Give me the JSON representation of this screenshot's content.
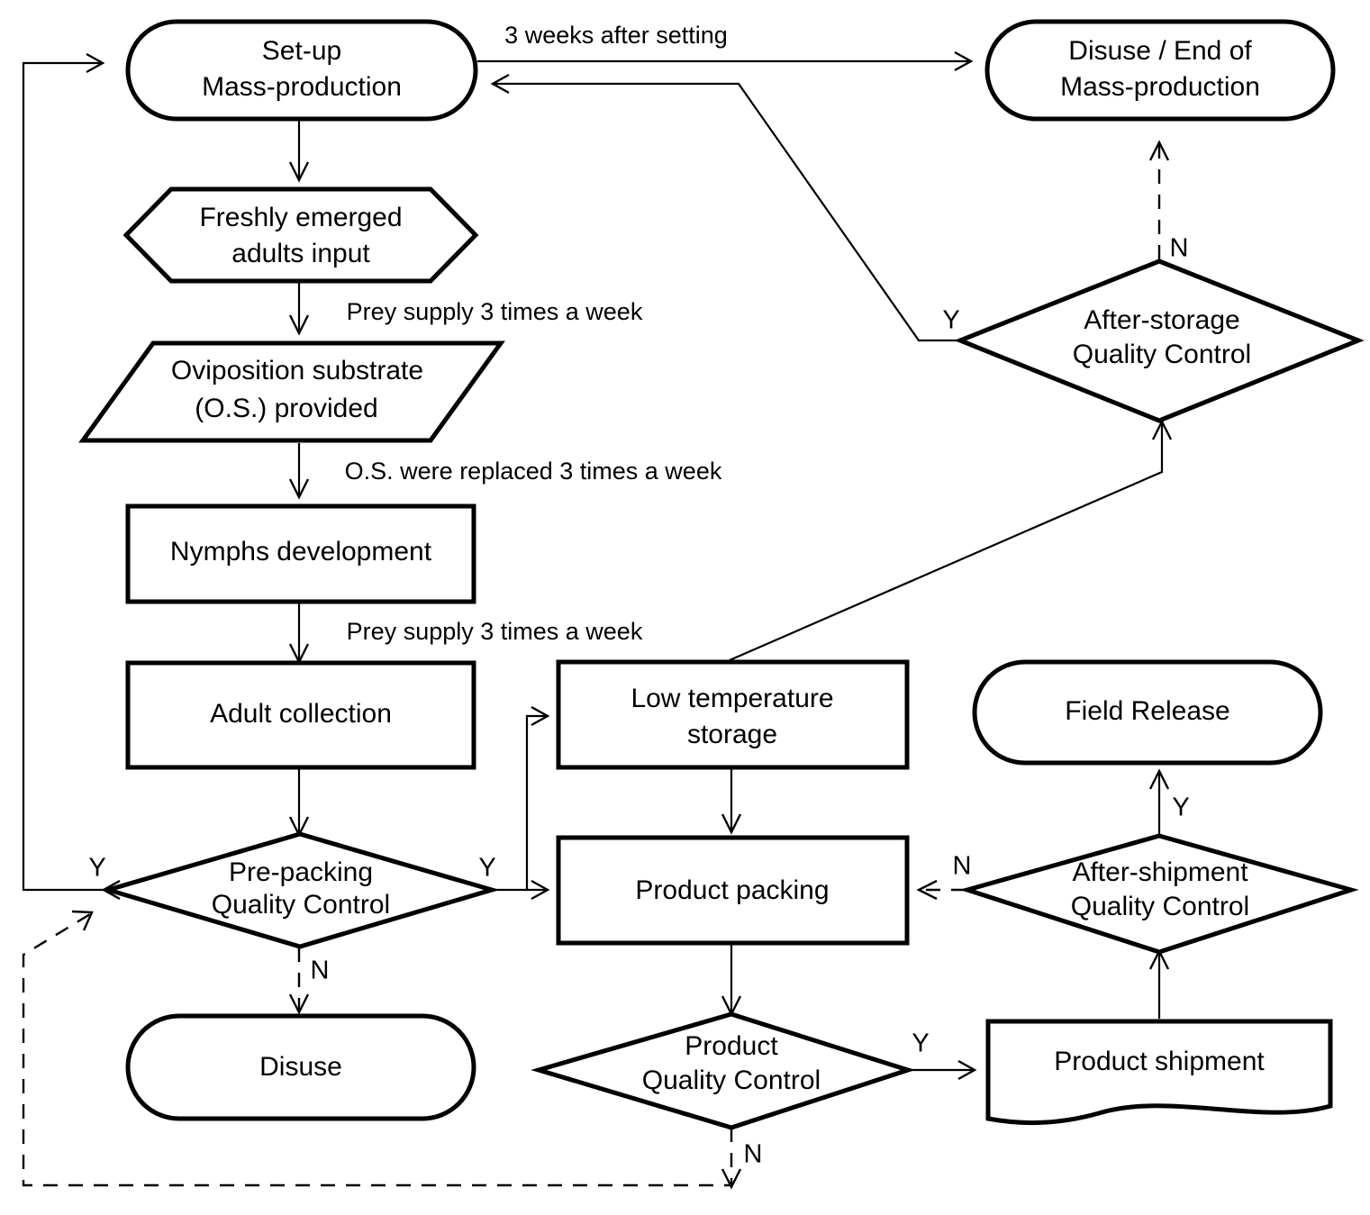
{
  "diagram": {
    "type": "flowchart",
    "title": "",
    "nodes": {
      "setup": {
        "line1": "Set-up",
        "line2": "Mass-production",
        "shape": "rounded-terminator"
      },
      "disuse_end": {
        "line1": "Disuse / End of",
        "line2": "Mass-production",
        "shape": "rounded-terminator"
      },
      "freshly_emerged": {
        "line1": "Freshly emerged",
        "line2": "adults input",
        "shape": "hexagon"
      },
      "oviposition": {
        "line1": "Oviposition substrate",
        "line2": "(O.S.) provided",
        "shape": "parallelogram"
      },
      "nymphs": {
        "line1": "Nymphs development",
        "line2": "",
        "shape": "rectangle"
      },
      "adult_collection": {
        "line1": "Adult collection",
        "line2": "",
        "shape": "rectangle"
      },
      "low_temp_storage": {
        "line1": "Low temperature",
        "line2": "storage",
        "shape": "rectangle"
      },
      "field_release": {
        "line1": "Field Release",
        "line2": "",
        "shape": "rounded-terminator"
      },
      "prepacking_qc": {
        "line1": "Pre-packing",
        "line2": "Quality Control",
        "shape": "diamond"
      },
      "product_packing": {
        "line1": "Product packing",
        "line2": "",
        "shape": "rectangle"
      },
      "after_shipment_qc": {
        "line1": "After-shipment",
        "line2": "Quality Control",
        "shape": "diamond"
      },
      "after_storage_qc": {
        "line1": "After-storage",
        "line2": "Quality Control",
        "shape": "diamond"
      },
      "disuse": {
        "line1": "Disuse",
        "line2": "",
        "shape": "rounded-terminator"
      },
      "product_qc": {
        "line1": "Product",
        "line2": "Quality Control",
        "shape": "diamond"
      },
      "product_shipment": {
        "line1": "Product shipment",
        "line2": "",
        "shape": "document"
      }
    },
    "edge_labels": {
      "three_weeks": "3 weeks after setting",
      "prey_supply_1": "Prey supply 3 times a week",
      "os_replaced": "O.S. were replaced 3 times a week",
      "prey_supply_2": "Prey supply 3 times a week"
    },
    "decision_labels": {
      "after_storage_n": "N",
      "after_storage_y": "Y",
      "prepacking_y_left": "Y",
      "prepacking_y_right": "Y",
      "prepacking_n": "N",
      "after_shipment_y": "Y",
      "after_shipment_n": "N",
      "product_qc_y": "Y",
      "product_qc_n": "N"
    },
    "colors": {
      "stroke": "#000000",
      "fill": "#ffffff",
      "text": "#000000"
    }
  }
}
